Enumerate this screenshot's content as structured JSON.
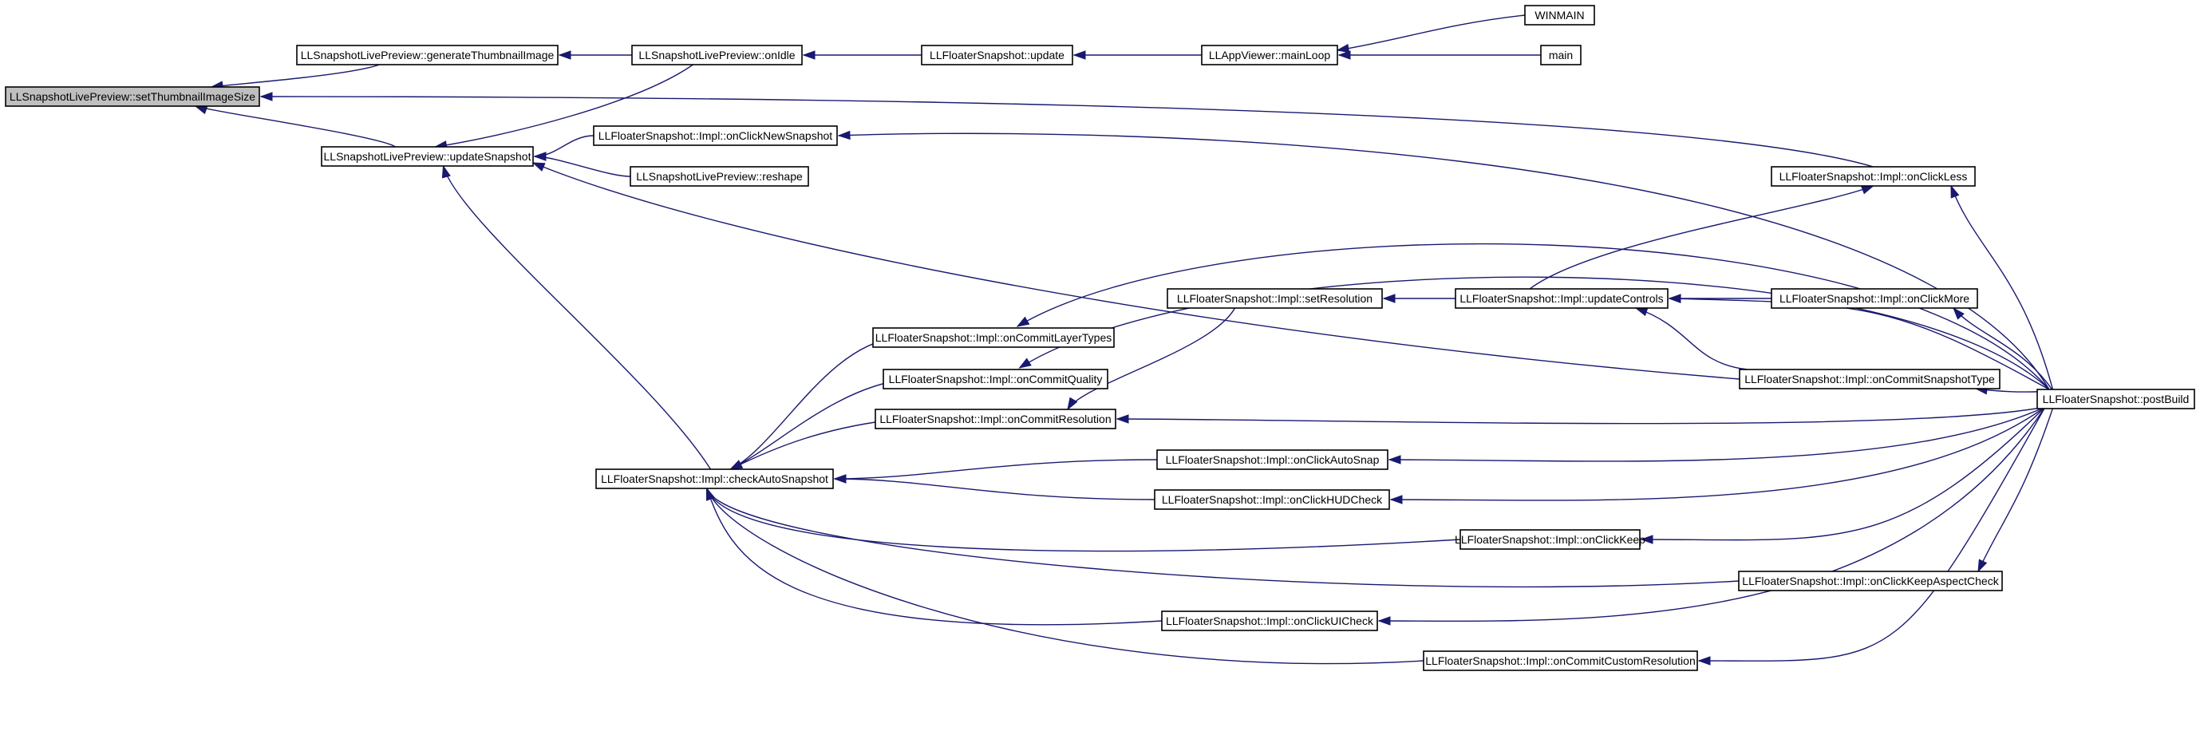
{
  "graph": {
    "colors": {
      "edge": "#191970",
      "node_fill": "#ffffff",
      "root_fill": "#bfbfbf",
      "border": "#000000"
    },
    "nodes": [
      {
        "id": "setThumb",
        "label": "LLSnapshotLivePreview::setThumbnailImageSize",
        "highlight": true
      },
      {
        "id": "genThumb",
        "label": "LLSnapshotLivePreview::generateThumbnailImage"
      },
      {
        "id": "onIdle",
        "label": "LLSnapshotLivePreview::onIdle"
      },
      {
        "id": "fsUpdate",
        "label": "LLFloaterSnapshot::update"
      },
      {
        "id": "mainLoop",
        "label": "LLAppViewer::mainLoop"
      },
      {
        "id": "winmain",
        "label": "WINMAIN"
      },
      {
        "id": "main",
        "label": "main"
      },
      {
        "id": "updSnap",
        "label": "LLSnapshotLivePreview::updateSnapshot"
      },
      {
        "id": "onClickNew",
        "label": "LLFloaterSnapshot::Impl::onClickNewSnapshot"
      },
      {
        "id": "reshape",
        "label": "LLSnapshotLivePreview::reshape"
      },
      {
        "id": "onClickLess",
        "label": "LLFloaterSnapshot::Impl::onClickLess"
      },
      {
        "id": "setRes",
        "label": "LLFloaterSnapshot::Impl::setResolution"
      },
      {
        "id": "updCtrls",
        "label": "LLFloaterSnapshot::Impl::updateControls"
      },
      {
        "id": "onClickMore",
        "label": "LLFloaterSnapshot::Impl::onClickMore"
      },
      {
        "id": "onCommitLayer",
        "label": "LLFloaterSnapshot::Impl::onCommitLayerTypes"
      },
      {
        "id": "onCommitQual",
        "label": "LLFloaterSnapshot::Impl::onCommitQuality"
      },
      {
        "id": "onCommitSnapType",
        "label": "LLFloaterSnapshot::Impl::onCommitSnapshotType"
      },
      {
        "id": "onCommitRes",
        "label": "LLFloaterSnapshot::Impl::onCommitResolution"
      },
      {
        "id": "postBuild",
        "label": "LLFloaterSnapshot::postBuild"
      },
      {
        "id": "checkAuto",
        "label": "LLFloaterSnapshot::Impl::checkAutoSnapshot"
      },
      {
        "id": "onClickAutoSnap",
        "label": "LLFloaterSnapshot::Impl::onClickAutoSnap"
      },
      {
        "id": "onClickHUD",
        "label": "LLFloaterSnapshot::Impl::onClickHUDCheck"
      },
      {
        "id": "onClickKeep",
        "label": "LLFloaterSnapshot::Impl::onClickKeep"
      },
      {
        "id": "onClickKeepAspect",
        "label": "LLFloaterSnapshot::Impl::onClickKeepAspectCheck"
      },
      {
        "id": "onClickUI",
        "label": "LLFloaterSnapshot::Impl::onClickUICheck"
      },
      {
        "id": "onCommitCustom",
        "label": "LLFloaterSnapshot::Impl::onCommitCustomResolution"
      }
    ],
    "edges": [
      {
        "from": "genThumb",
        "to": "setThumb"
      },
      {
        "from": "updSnap",
        "to": "setThumb"
      },
      {
        "from": "onClickLess",
        "to": "setThumb"
      },
      {
        "from": "onIdle",
        "to": "genThumb"
      },
      {
        "from": "fsUpdate",
        "to": "onIdle"
      },
      {
        "from": "mainLoop",
        "to": "fsUpdate"
      },
      {
        "from": "winmain",
        "to": "mainLoop"
      },
      {
        "from": "main",
        "to": "mainLoop"
      },
      {
        "from": "onIdle",
        "to": "updSnap"
      },
      {
        "from": "onClickNew",
        "to": "updSnap"
      },
      {
        "from": "reshape",
        "to": "updSnap"
      },
      {
        "from": "onCommitSnapType",
        "to": "updSnap"
      },
      {
        "from": "checkAuto",
        "to": "updSnap"
      },
      {
        "from": "postBuild",
        "to": "onClickNew"
      },
      {
        "from": "postBuild",
        "to": "onClickLess"
      },
      {
        "from": "updCtrls",
        "to": "onClickLess"
      },
      {
        "from": "postBuild",
        "to": "onCommitLayer"
      },
      {
        "from": "postBuild",
        "to": "onCommitQual"
      },
      {
        "from": "updCtrls",
        "to": "setRes"
      },
      {
        "from": "onClickMore",
        "to": "updCtrls"
      },
      {
        "from": "onCommitSnapType",
        "to": "updCtrls"
      },
      {
        "from": "postBuild",
        "to": "updCtrls"
      },
      {
        "from": "postBuild",
        "to": "onClickMore"
      },
      {
        "from": "postBuild",
        "to": "onCommitSnapType"
      },
      {
        "from": "postBuild",
        "to": "onCommitRes"
      },
      {
        "from": "setRes",
        "to": "onCommitRes"
      },
      {
        "from": "onCommitLayer",
        "to": "checkAuto"
      },
      {
        "from": "onCommitQual",
        "to": "checkAuto"
      },
      {
        "from": "onCommitRes",
        "to": "checkAuto"
      },
      {
        "from": "onClickAutoSnap",
        "to": "checkAuto"
      },
      {
        "from": "onClickHUD",
        "to": "checkAuto"
      },
      {
        "from": "onClickKeep",
        "to": "checkAuto"
      },
      {
        "from": "onClickKeepAspect",
        "to": "checkAuto"
      },
      {
        "from": "onClickUI",
        "to": "checkAuto"
      },
      {
        "from": "onCommitCustom",
        "to": "checkAuto"
      },
      {
        "from": "postBuild",
        "to": "onClickAutoSnap"
      },
      {
        "from": "postBuild",
        "to": "onClickHUD"
      },
      {
        "from": "postBuild",
        "to": "onClickKeep"
      },
      {
        "from": "postBuild",
        "to": "onClickKeepAspect"
      },
      {
        "from": "postBuild",
        "to": "onClickUI"
      },
      {
        "from": "postBuild",
        "to": "onCommitCustom"
      }
    ]
  }
}
